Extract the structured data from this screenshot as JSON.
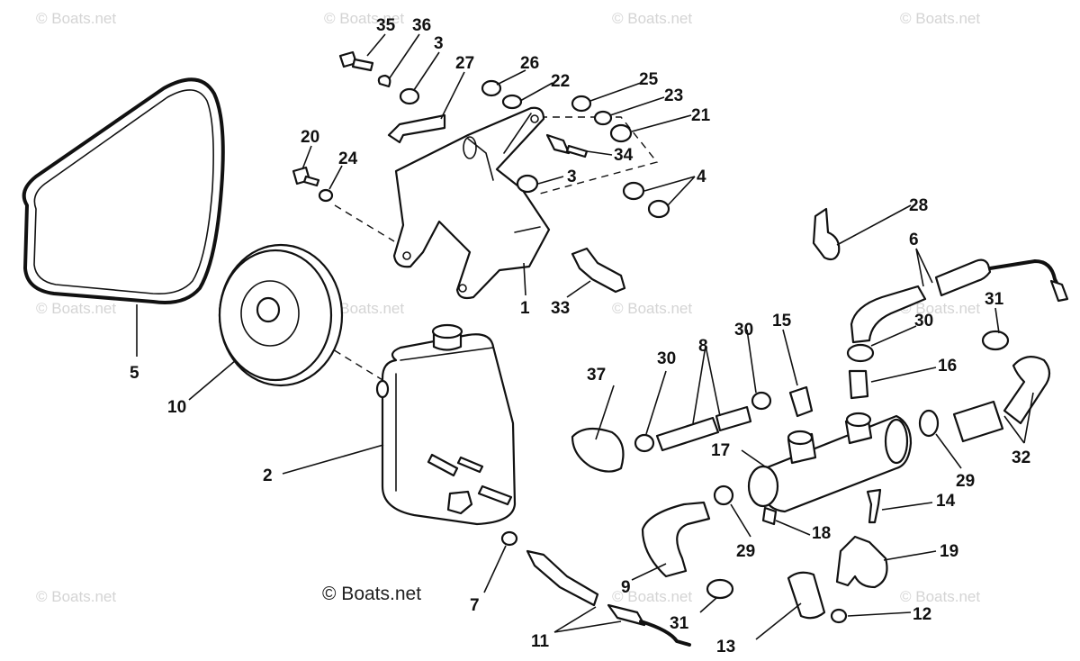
{
  "diagram": {
    "callouts": {
      "c35": "35",
      "c36": "36",
      "c3a": "3",
      "c27": "27",
      "c26": "26",
      "c22": "22",
      "c25": "25",
      "c23": "23",
      "c21": "21",
      "c20": "20",
      "c24": "24",
      "c34": "34",
      "c3b": "3",
      "c4": "4",
      "c28": "28",
      "c6": "6",
      "c31a": "31",
      "c30a": "30",
      "c16": "16",
      "c15": "15",
      "c30b": "30",
      "c8": "8",
      "c30c": "30",
      "c37": "37",
      "c17": "17",
      "c29a": "29",
      "c32": "32",
      "c14": "14",
      "c18": "18",
      "c29b": "29",
      "c19": "19",
      "c12": "12",
      "c13": "13",
      "c31b": "31",
      "c11": "11",
      "c9": "9",
      "c7": "7",
      "c2": "2",
      "c10": "10",
      "c5": "5",
      "c1": "1",
      "c33": "33"
    },
    "watermark": "© Boats.net",
    "copyright": "© Boats.net"
  }
}
